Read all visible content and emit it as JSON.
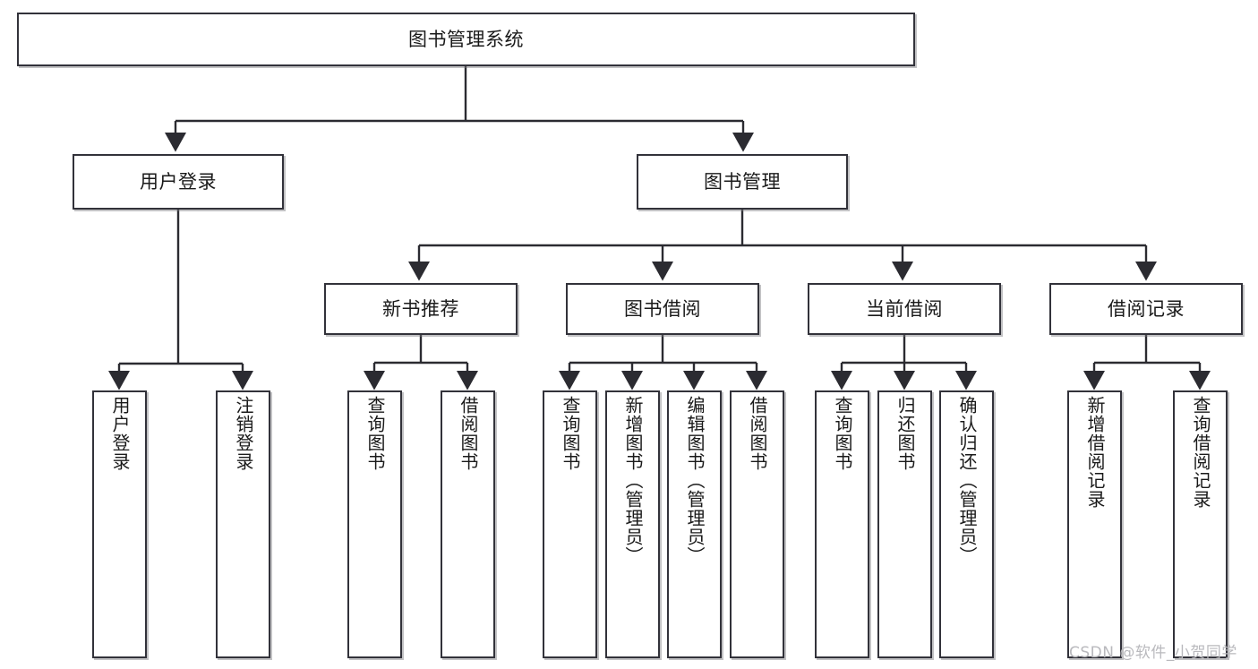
{
  "diagram": {
    "type": "tree-hierarchy-chart",
    "title": "图书管理系统",
    "watermark": "CSDN @软件_小贺同学",
    "colors": {
      "box_border": "#32323a",
      "box_fill": "#ffffff",
      "connector": "#2b2b31",
      "watermark": "#b9b9bd",
      "background": "#ffffff"
    },
    "levels": {
      "root": {
        "label": "图书管理系统"
      },
      "level2": [
        {
          "id": "user-login",
          "label": "用户登录"
        },
        {
          "id": "book-management",
          "label": "图书管理"
        }
      ],
      "level3": [
        {
          "id": "new-book-recommend",
          "label": "新书推荐",
          "parent": "book-management"
        },
        {
          "id": "book-borrow",
          "label": "图书借阅",
          "parent": "book-management"
        },
        {
          "id": "current-borrow",
          "label": "当前借阅",
          "parent": "book-management"
        },
        {
          "id": "borrow-record",
          "label": "借阅记录",
          "parent": "book-management"
        }
      ],
      "leaves": [
        {
          "id": "leaf-user-login",
          "label": "用户登录",
          "parent": "user-login"
        },
        {
          "id": "leaf-logout",
          "label": "注销登录",
          "parent": "user-login"
        },
        {
          "id": "leaf-query-book-1",
          "label": "查询图书",
          "parent": "new-book-recommend"
        },
        {
          "id": "leaf-borrow-book-1",
          "label": "借阅图书",
          "parent": "new-book-recommend"
        },
        {
          "id": "leaf-query-book-2",
          "label": "查询图书",
          "parent": "book-borrow"
        },
        {
          "id": "leaf-add-book",
          "label": "新增图书（管理员）",
          "parent": "book-borrow"
        },
        {
          "id": "leaf-edit-book",
          "label": "编辑图书（管理员）",
          "parent": "book-borrow"
        },
        {
          "id": "leaf-borrow-book-2",
          "label": "借阅图书",
          "parent": "book-borrow"
        },
        {
          "id": "leaf-query-book-3",
          "label": "查询图书",
          "parent": "current-borrow"
        },
        {
          "id": "leaf-return-book",
          "label": "归还图书",
          "parent": "current-borrow"
        },
        {
          "id": "leaf-confirm-return",
          "label": "确认归还（管理员）",
          "parent": "current-borrow"
        },
        {
          "id": "leaf-add-record",
          "label": "新增借阅记录",
          "parent": "borrow-record"
        },
        {
          "id": "leaf-query-record",
          "label": "查询借阅记录",
          "parent": "borrow-record"
        }
      ]
    }
  }
}
